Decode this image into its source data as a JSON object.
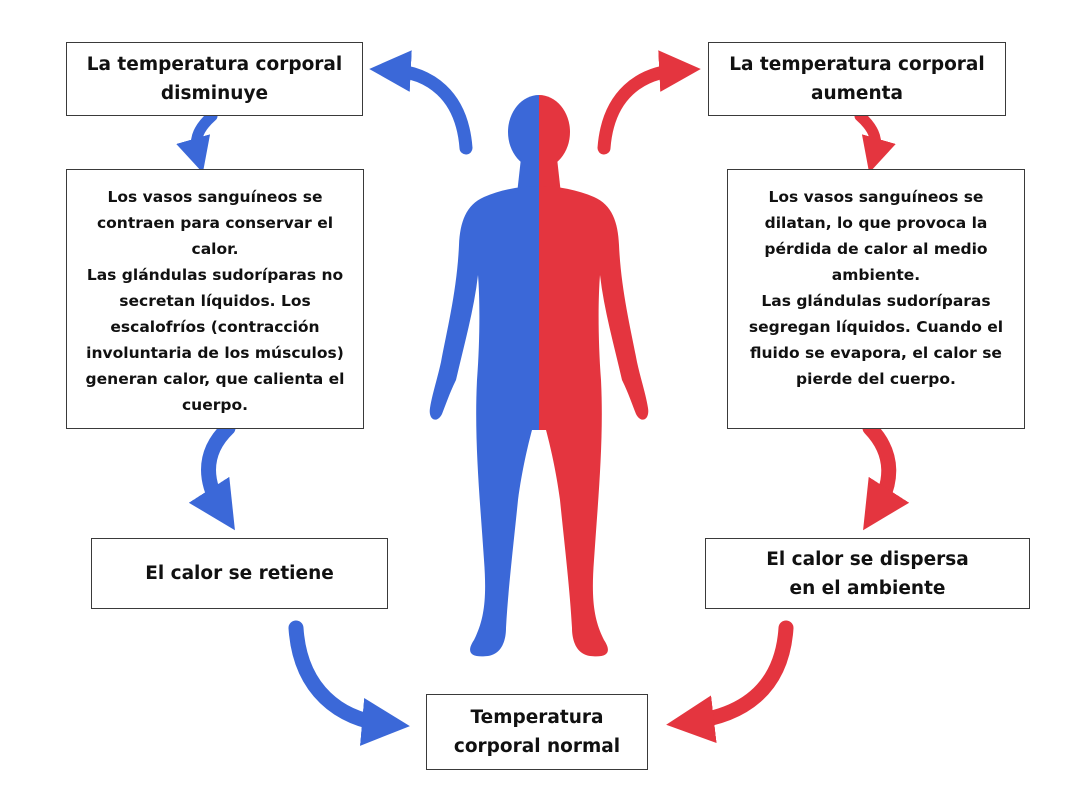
{
  "diagram": {
    "colors": {
      "cold": "#3b68d8",
      "hot": "#e4353f",
      "border": "#3a3a3a"
    },
    "cold_side": {
      "title": "La temperatura corporal\ndisminuye",
      "description": "Los vasos sanguíneos se\ncontraen para conservar el\ncalor.\nLas glándulas sudoríparas no\nsecretan líquidos. Los\nescalofríos (contracción\ninvoluntaria de los músculos)\ngeneran calor, que calienta el\ncuerpo.",
      "result": "El calor se retiene"
    },
    "hot_side": {
      "title": "La temperatura corporal\naumenta",
      "description": "Los vasos sanguíneos se\ndilatan, lo que provoca la\npérdida de calor al medio\nambiente.\nLas glándulas sudoríparas\nsegregan líquidos. Cuando el\nfluido se evapora, el calor se\npierde del cuerpo.",
      "result": "El calor se dispersa\nen el ambiente"
    },
    "center": {
      "label": "Temperatura\ncorporal normal"
    }
  }
}
